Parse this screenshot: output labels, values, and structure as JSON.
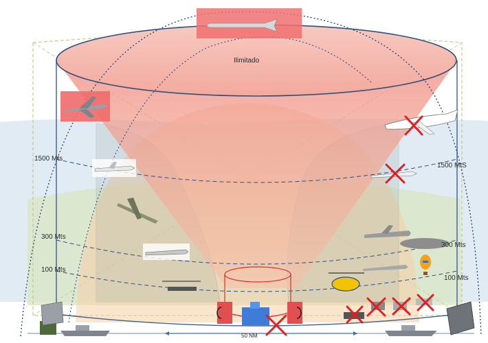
{
  "labels": {
    "top": "Ilimitado",
    "alt_1500_left": "1500  Mts",
    "alt_1500_right": "1500  MtS",
    "alt_300_left": "300  Mts",
    "alt_300_right": "300  Mts",
    "alt_100_left": "100  Mts",
    "alt_100_right": "100  Mts",
    "distance": "50 NM"
  },
  "colors": {
    "sky_band": "#dde9f3",
    "green_zone": "#dfe8c8",
    "red_cone": "#f2a89a",
    "orange_dome": "#f7d3b0",
    "cylinder_stroke": "#3f5f8a",
    "dash_blue": "#2a4f8a",
    "prohibited_red": "#e02020",
    "highlight_red": "#f06a6a"
  },
  "icons": [
    "blimp-aircraft-icon",
    "fighter-jet-icon",
    "airliner-icon",
    "business-jet-icon",
    "turboprop-plane-icon",
    "attack-aircraft-icon",
    "twin-engine-plane-icon",
    "helicopter-icon",
    "airship-icon",
    "hot-air-balloon-icon",
    "drone-icon",
    "radar-antenna-icon",
    "warship-icon",
    "building-icon",
    "jammer-icon",
    "sensor-box-icon"
  ]
}
